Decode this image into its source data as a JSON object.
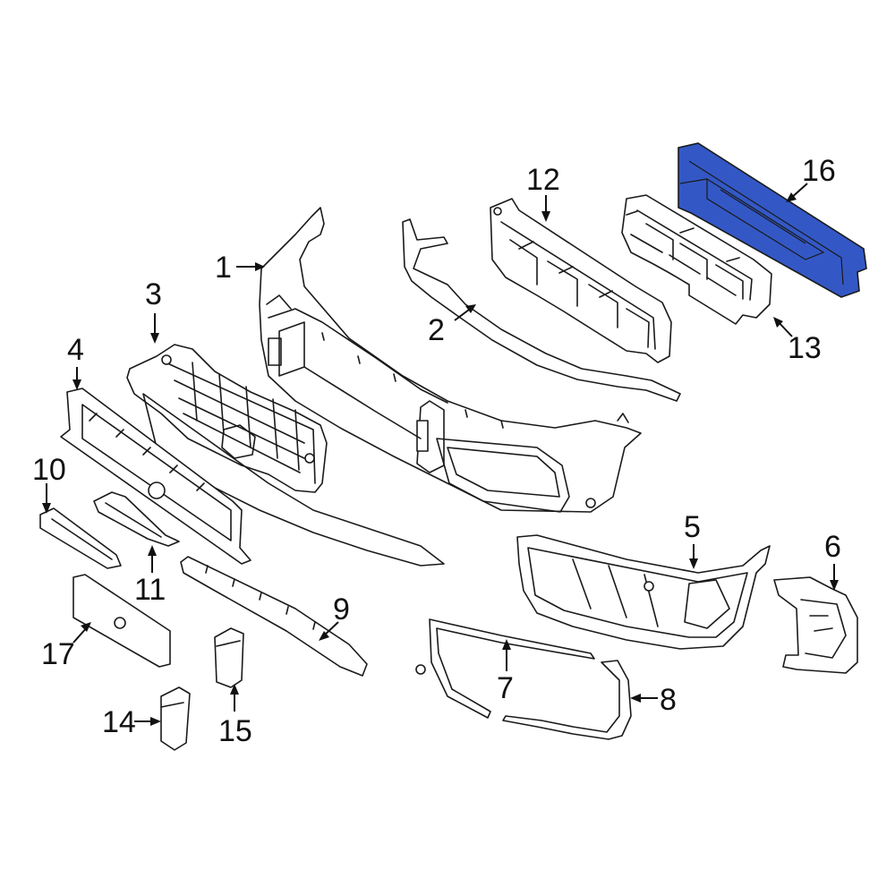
{
  "highlight_color": "#3358c6",
  "line_color": "#1a1a1a",
  "callouts": {
    "c1": "1",
    "c2": "2",
    "c3": "3",
    "c4": "4",
    "c5": "5",
    "c6": "6",
    "c7": "7",
    "c8": "8",
    "c9": "9",
    "c10": "10",
    "c11": "11",
    "c12": "12",
    "c13": "13",
    "c14": "14",
    "c15": "15",
    "c16": "16",
    "c17": "17"
  },
  "highlighted_part": "16"
}
